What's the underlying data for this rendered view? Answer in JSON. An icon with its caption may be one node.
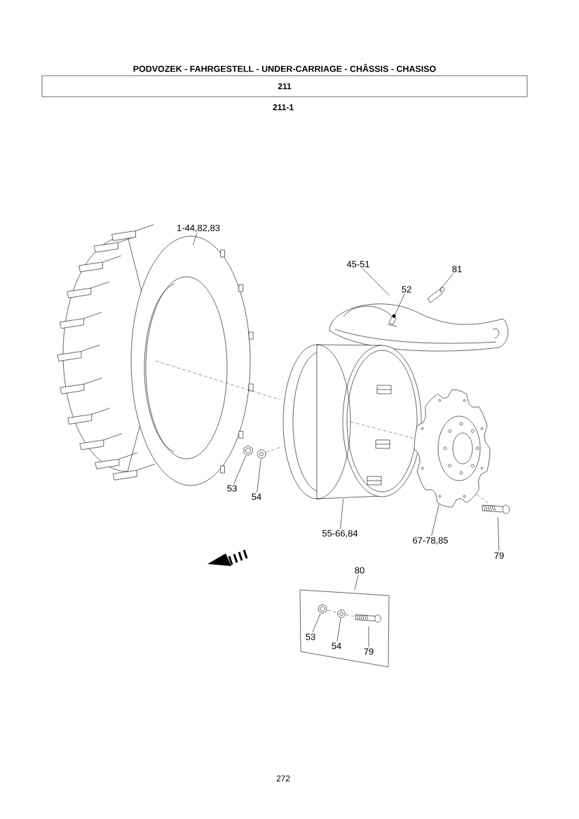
{
  "diagram": {
    "title": "PODVOZEK - FAHRGESTELL - UNDER-CARRIAGE - CHÂSSIS - CHASISO",
    "nodes": [
      {
        "text": [
          "211"
        ]
      },
      {
        "text": [
          "1-44,82,83"
        ]
      },
      {
        "text": [],
        "shape": "picture"
      },
      {
        "text": [
          "45-51"
        ]
      },
      {
        "text": [],
        "shape": "picture"
      },
      {
        "text": [
          "52"
        ]
      },
      {
        "text": [],
        "shape": "picture",
        "in": 4
      },
      {
        "text": [
          "81"
        ]
      },
      {
        "text": [],
        "shape": "picture"
      },
      {
        "text": [
          "53"
        ]
      },
      {
        "text": [],
        "shape": "picture"
      },
      {
        "text": [
          "54"
        ]
      },
      {
        "text": [],
        "shape": "picture"
      },
      {
        "text": [
          "55-66,84"
        ]
      },
      {
        "text": [],
        "shape": "picture"
      },
      {
        "text": [
          "67-78,85"
        ]
      },
      {
        "text": [],
        "shape": "picture"
      },
      {
        "text": [
          "79"
        ]
      },
      {
        "text": [],
        "shape": "picture"
      },
      {
        "text": [
          "80"
        ]
      },
      {
        "text": [],
        "shape": "box"
      },
      {
        "text": [
          "53"
        ],
        "in": 20
      },
      {
        "text": [],
        "shape": "picture",
        "in": 20
      },
      {
        "text": [
          "54"
        ],
        "in": 20
      },
      {
        "text": [],
        "shape": "picture",
        "in": 20
      },
      {
        "text": [
          "79"
        ],
        "in": 20
      },
      {
        "text": [],
        "shape": "picture",
        "in": 20
      }
    ],
    "edges": [
      {
        "from": 1,
        "to": 2,
        "arrow": "none"
      },
      {
        "from": 3,
        "to": 4,
        "arrow": "none"
      },
      {
        "from": 5,
        "to": 6,
        "arrow": "none"
      },
      {
        "from": 7,
        "to": 8,
        "arrow": "none"
      },
      {
        "from": 9,
        "to": 10,
        "arrow": "none"
      },
      {
        "from": 11,
        "to": 12,
        "arrow": "none"
      },
      {
        "from": 13,
        "to": 14,
        "arrow": "none"
      },
      {
        "from": 15,
        "to": 16,
        "arrow": "none"
      },
      {
        "from": 17,
        "to": 18,
        "arrow": "none"
      },
      {
        "from": 19,
        "to": 20,
        "arrow": "none"
      },
      {
        "from": 21,
        "to": 22,
        "arrow": "none"
      },
      {
        "from": 23,
        "to": 24,
        "arrow": "none"
      },
      {
        "from": 25,
        "to": 26,
        "arrow": "none"
      },
      {
        "from": 2,
        "to": 14,
        "arrow": "none",
        "style": "dashed"
      },
      {
        "from": 12,
        "to": 14,
        "arrow": "none",
        "style": "dashed"
      },
      {
        "from": 14,
        "to": 16,
        "arrow": "none",
        "style": "dashed"
      },
      {
        "from": 16,
        "to": 18,
        "arrow": "none",
        "style": "dashed"
      },
      {
        "from": 22,
        "to": 24,
        "arrow": "none",
        "style": "dashed"
      },
      {
        "from": 24,
        "to": 26,
        "arrow": "none",
        "style": "dashed"
      }
    ],
    "labels": [
      "211-1",
      "272"
    ]
  }
}
